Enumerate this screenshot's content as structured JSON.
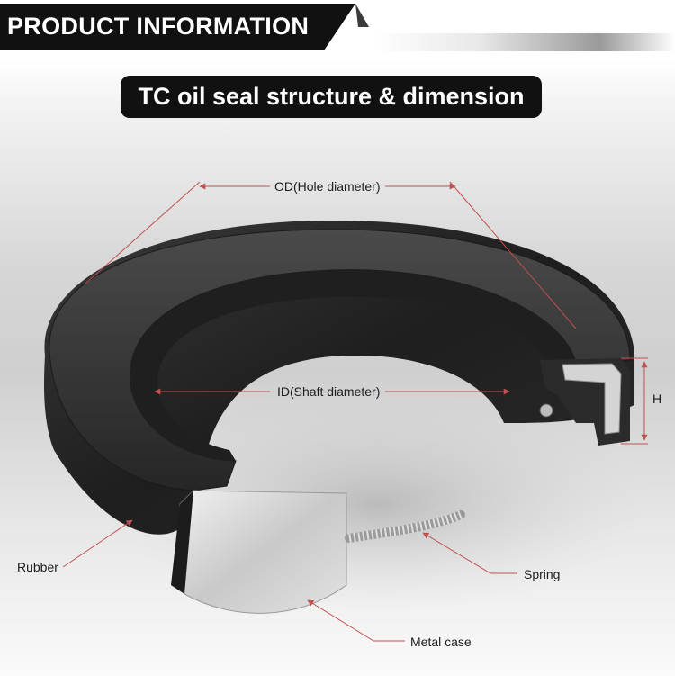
{
  "header": {
    "title": "PRODUCT INFORMATION"
  },
  "subtitle": "TC oil seal structure & dimension",
  "labels": {
    "od": "OD(Hole diameter)",
    "id": "ID(Shaft diameter)",
    "height": "H",
    "rubber": "Rubber",
    "spring": "Spring",
    "metal_case": "Metal case"
  },
  "colors": {
    "header_bg": "#111111",
    "pill_bg": "#111111",
    "rubber": "#2a2a2a",
    "metal": "#d9d9d9",
    "dimension_line": "#c0504d"
  }
}
